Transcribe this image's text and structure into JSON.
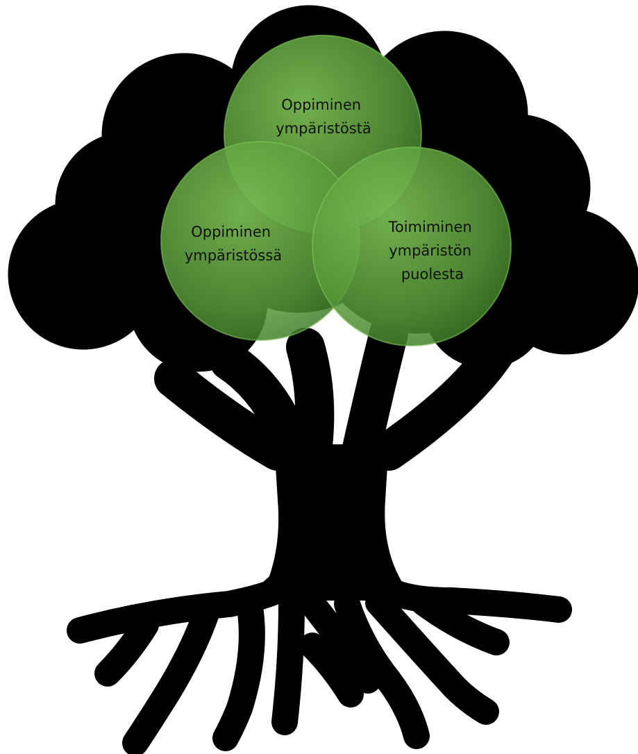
{
  "diagram": {
    "type": "venn-on-tree",
    "colors": {
      "tree": "#000000",
      "circle_fill": "#5f9e3f",
      "circle_edge": "#7fc45a",
      "background": "#ffffff"
    },
    "circles": [
      {
        "id": "top",
        "lines": [
          "Oppiminen",
          "ympäristöstä"
        ]
      },
      {
        "id": "left",
        "lines": [
          "Oppiminen",
          "ympäristössä"
        ]
      },
      {
        "id": "right",
        "lines": [
          "Toimiminen",
          "ympäristön",
          "puolesta"
        ]
      }
    ]
  }
}
